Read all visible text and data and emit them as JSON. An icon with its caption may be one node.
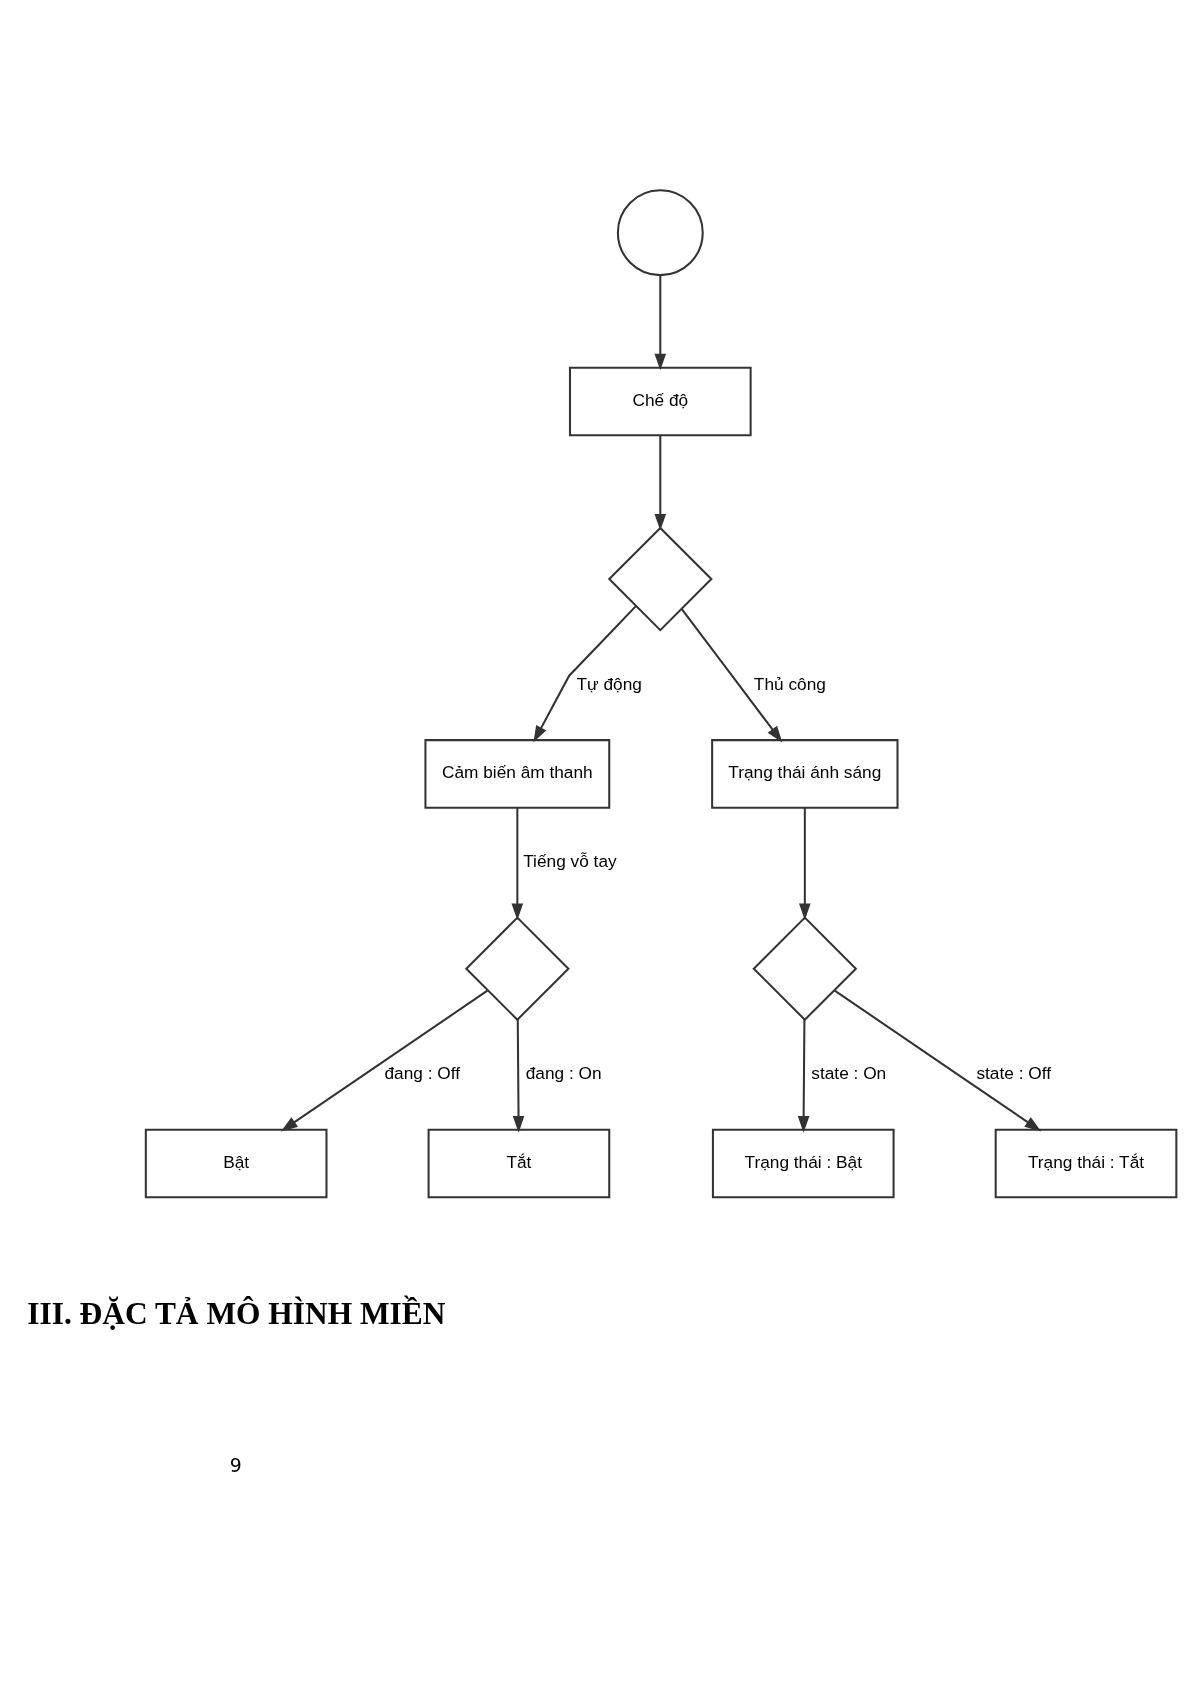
{
  "diagram": {
    "nodes": [
      {
        "text": [],
        "shape": "circle"
      },
      {
        "text": [
          "Chế độ"
        ]
      },
      {
        "text": [],
        "shape": "diamond"
      },
      {
        "text": [
          "Cảm biến âm thanh"
        ]
      },
      {
        "text": [
          "Trạng thái ánh sáng"
        ]
      },
      {
        "text": [],
        "shape": "diamond"
      },
      {
        "text": [],
        "shape": "diamond"
      },
      {
        "text": [
          "Bật"
        ]
      },
      {
        "text": [
          "Tắt"
        ]
      },
      {
        "text": [
          "Trạng thái : Bật"
        ]
      },
      {
        "text": [
          "Trạng thái : Tắt"
        ]
      }
    ],
    "edges": [
      {
        "from": 0,
        "to": 1,
        "arrow": "to"
      },
      {
        "from": 1,
        "to": 2,
        "arrow": "to"
      },
      {
        "from": 2,
        "to": 3,
        "arrow": "to",
        "label": "Tự động"
      },
      {
        "from": 2,
        "to": 4,
        "arrow": "to",
        "label": "Thủ công"
      },
      {
        "from": 3,
        "to": 5,
        "arrow": "to",
        "label": "Tiếng vỗ tay"
      },
      {
        "from": 4,
        "to": 6,
        "arrow": "to"
      },
      {
        "from": 5,
        "to": 7,
        "arrow": "to",
        "label": "đang : Off"
      },
      {
        "from": 5,
        "to": 8,
        "arrow": "to",
        "label": "đang : On"
      },
      {
        "from": 6,
        "to": 9,
        "arrow": "to",
        "label": "state : On"
      },
      {
        "from": 6,
        "to": 10,
        "arrow": "to",
        "label": "state : Off"
      }
    ],
    "labels": [
      "III. ĐẶC TẢ MÔ HÌNH MIỀN",
      "9"
    ]
  }
}
